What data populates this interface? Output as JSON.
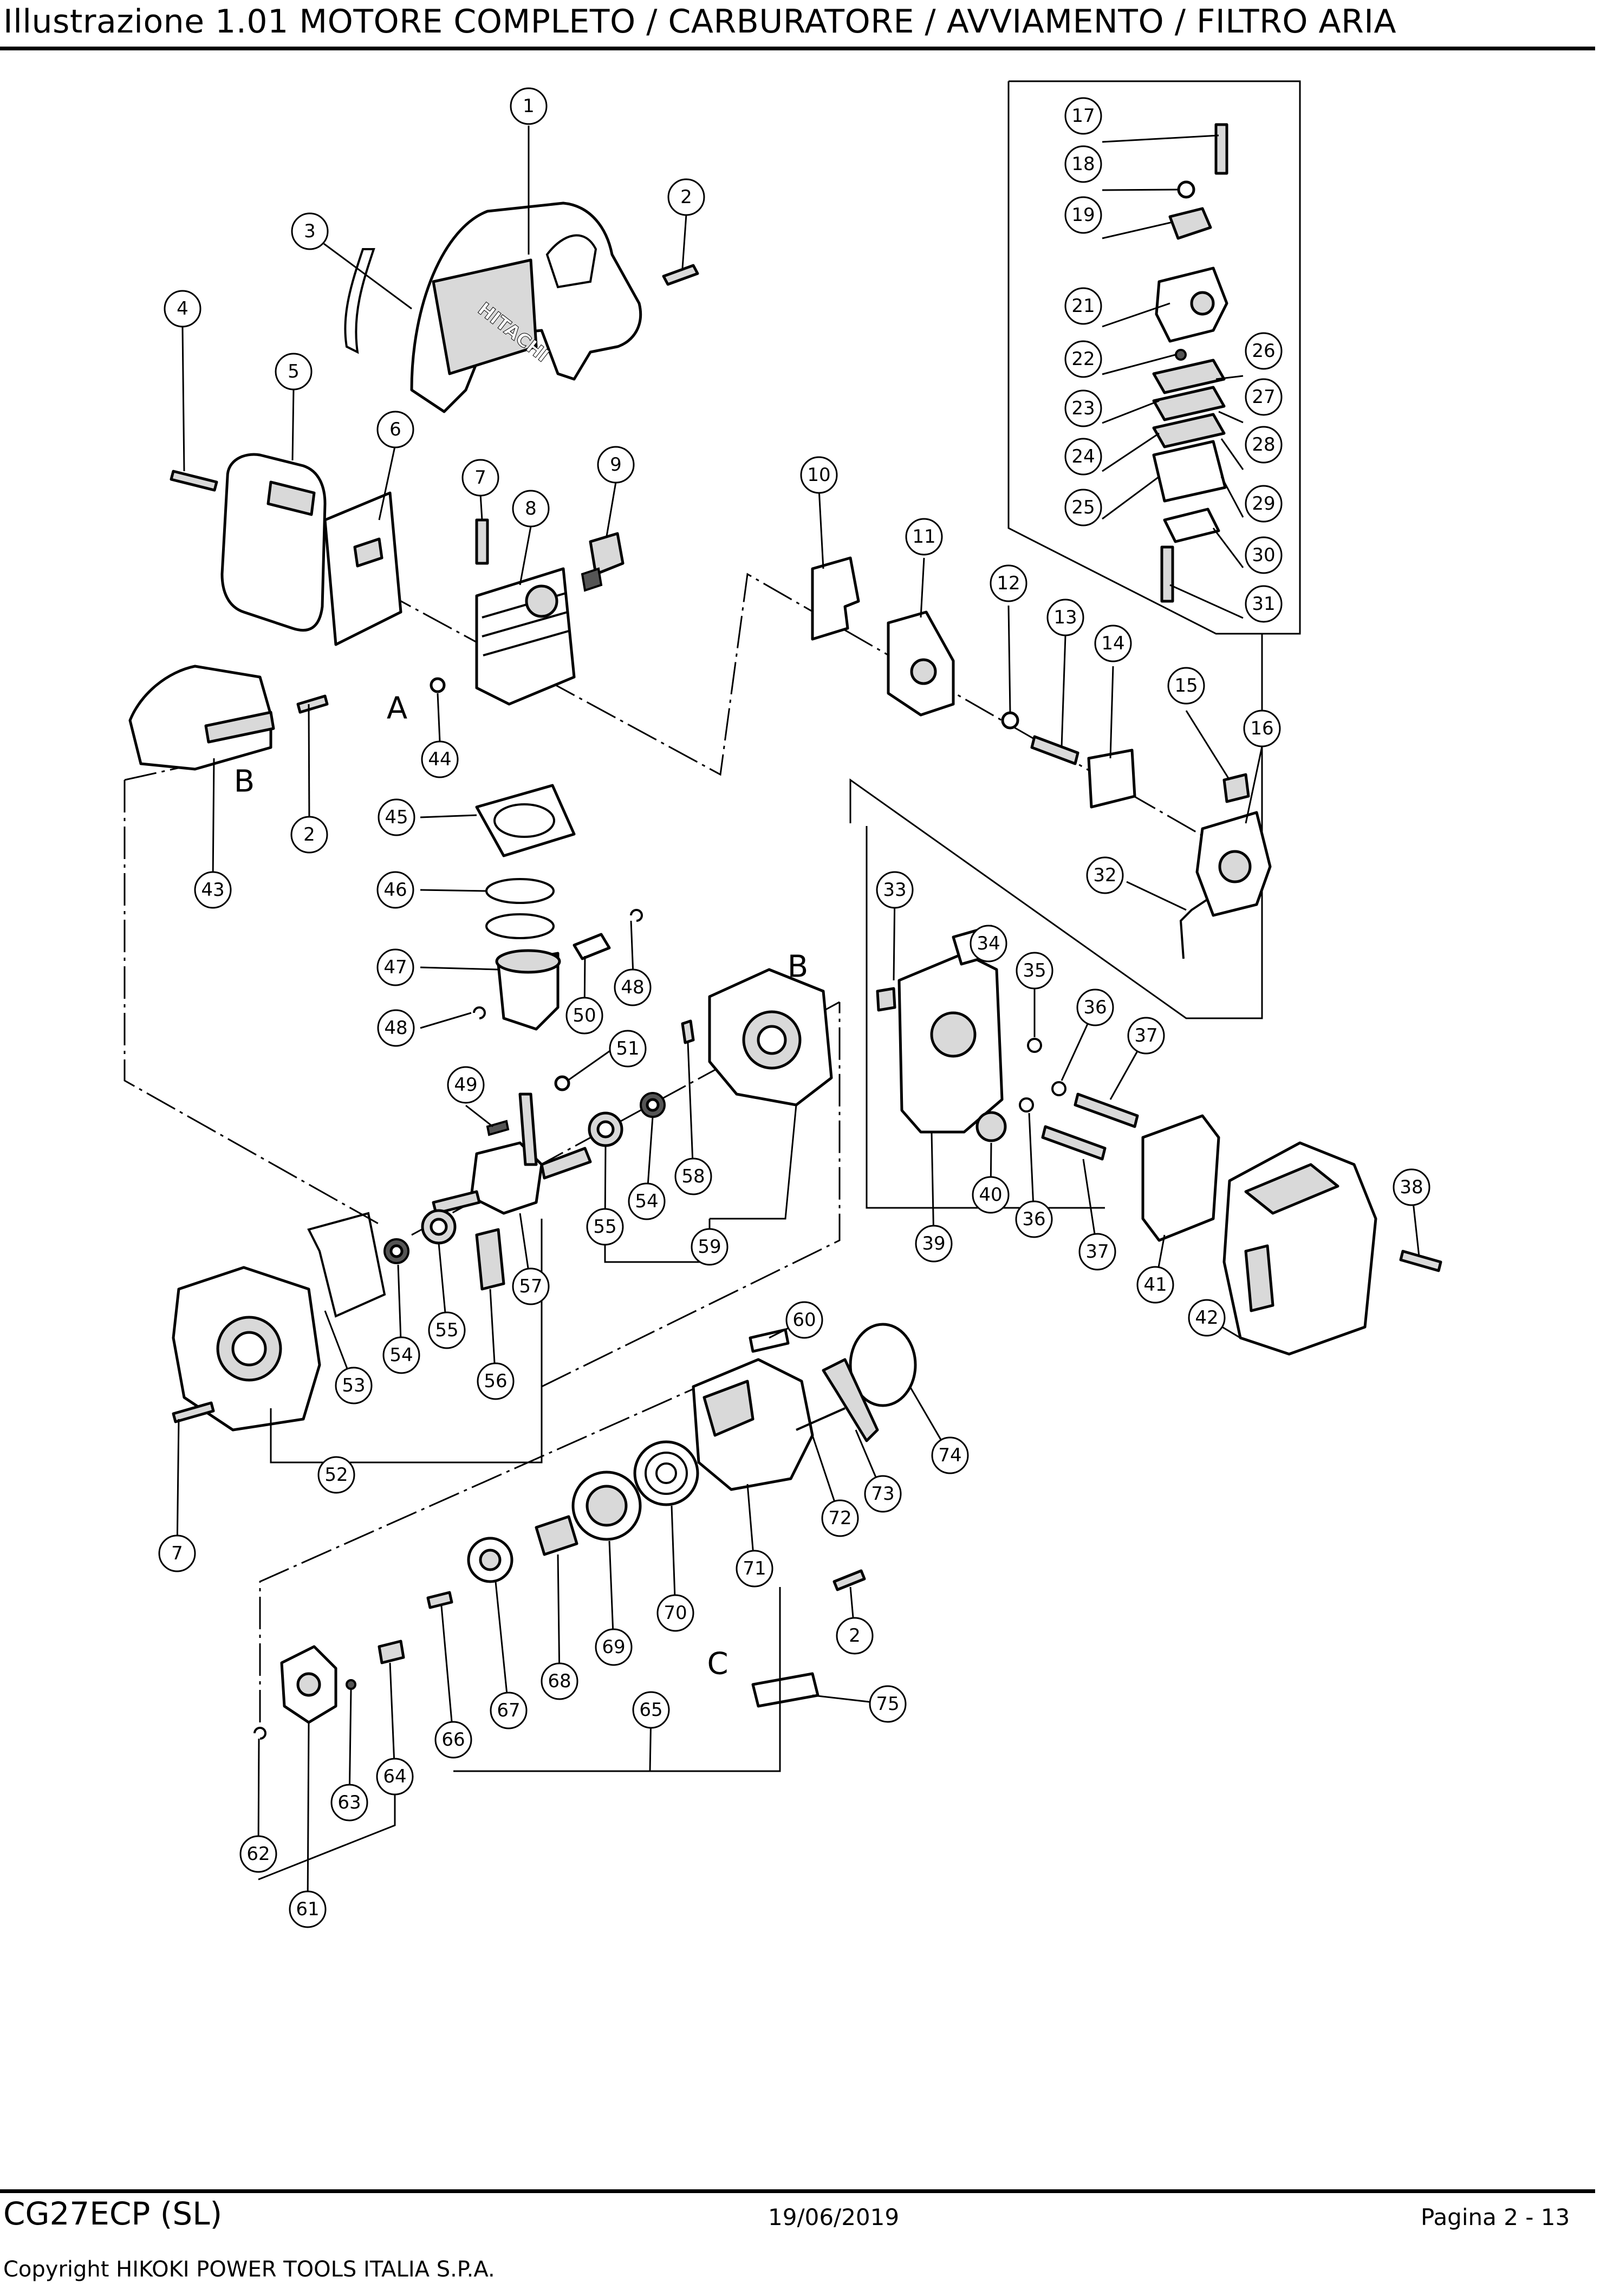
{
  "header": {
    "title": "Illustrazione  1.01 MOTORE COMPLETO / CARBURATORE / AVVIAMENTO / FILTRO ARIA"
  },
  "footer": {
    "model": "CG27ECP (SL)",
    "date": "19/06/2019",
    "page": "Pagina 2 - 13",
    "copyright": "Copyright HIKOKI POWER TOOLS ITALIA S.P.A."
  },
  "brand_on_cover": "HITACHI",
  "section_letters": [
    "A",
    "B",
    "B",
    "C"
  ],
  "callouts": [
    "1",
    "2",
    "3",
    "4",
    "5",
    "6",
    "7",
    "8",
    "9",
    "10",
    "11",
    "12",
    "13",
    "14",
    "15",
    "16",
    "17",
    "18",
    "19",
    "21",
    "22",
    "23",
    "24",
    "25",
    "26",
    "27",
    "28",
    "29",
    "30",
    "31",
    "2",
    "43",
    "44",
    "45",
    "46",
    "47",
    "48",
    "48",
    "49",
    "50",
    "51",
    "32",
    "33",
    "34",
    "35",
    "36",
    "37",
    "36",
    "37",
    "38",
    "39",
    "40",
    "41",
    "42",
    "53",
    "54",
    "55",
    "56",
    "57",
    "58",
    "54",
    "55",
    "59",
    "52",
    "7",
    "60",
    "74",
    "73",
    "72",
    "71",
    "2",
    "70",
    "69",
    "68",
    "67",
    "66",
    "65",
    "75",
    "64",
    "63",
    "62",
    "61"
  ]
}
